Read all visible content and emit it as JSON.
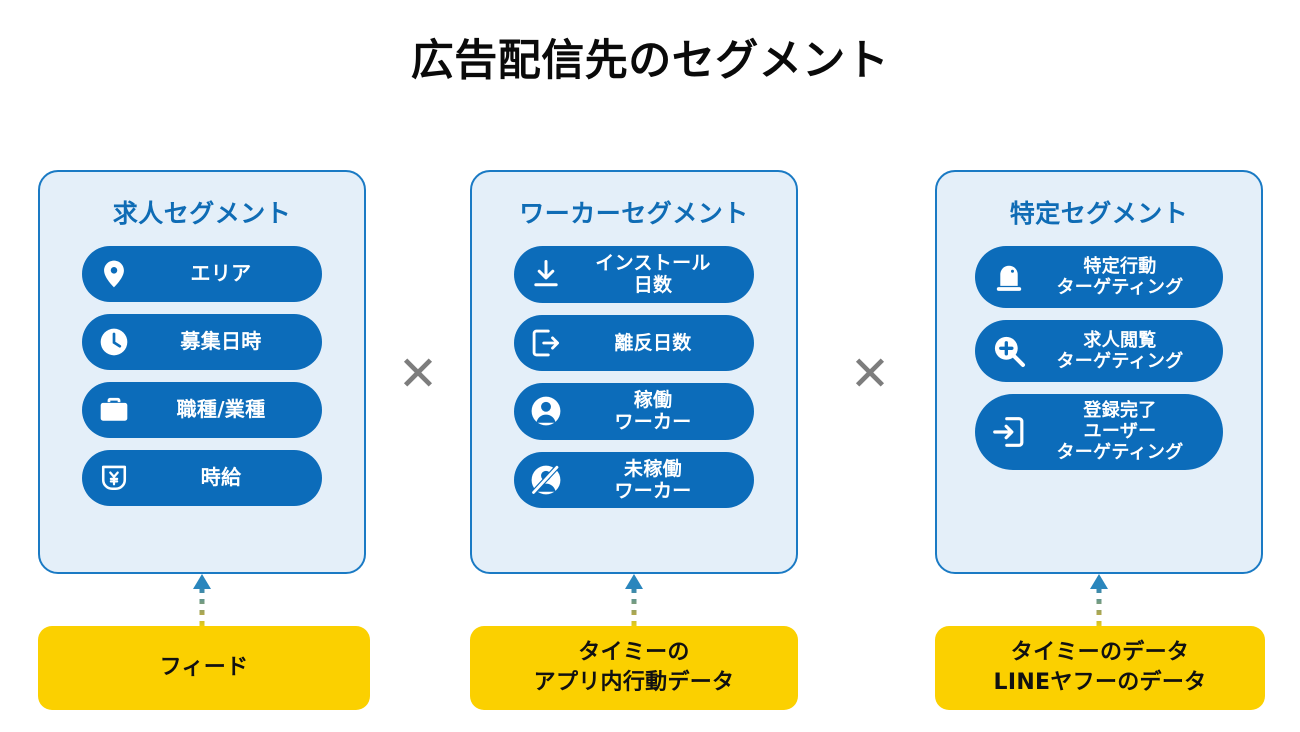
{
  "title": "広告配信先のセグメント",
  "colors": {
    "card_bg": "#e4eff9",
    "card_border": "#1a7ac4",
    "pill_bg": "#0c6cba",
    "title_blue": "#0f6cb5",
    "source_yellow": "#fbd000",
    "multiply_gray": "#7d7d7d",
    "arrow_top": "#2a86bd",
    "arrow_bottom": "#e8cf17"
  },
  "multiply_symbol_1": "✕",
  "multiply_symbol_2": "✕",
  "columns": [
    {
      "card_title": "求人セグメント",
      "pills": [
        {
          "icon": "location-pin-icon",
          "label": "エリア"
        },
        {
          "icon": "clock-icon",
          "label": "募集日時"
        },
        {
          "icon": "briefcase-icon",
          "label": "職種/業種"
        },
        {
          "icon": "yen-wallet-icon",
          "label": "時給"
        }
      ],
      "source": "フィード"
    },
    {
      "card_title": "ワーカーセグメント",
      "pills": [
        {
          "icon": "download-icon",
          "label": "インストール\n日数"
        },
        {
          "icon": "logout-icon",
          "label": "離反日数"
        },
        {
          "icon": "person-icon",
          "label": "稼働\nワーカー"
        },
        {
          "icon": "person-off-icon",
          "label": "未稼働\nワーカー"
        }
      ],
      "source": "タイミーの\nアプリ内行動データ"
    },
    {
      "card_title": "特定セグメント",
      "pills": [
        {
          "icon": "tap-gesture-icon",
          "label": "特定行動\nターゲティング"
        },
        {
          "icon": "magnifier-plus-icon",
          "label": "求人閲覧\nターゲティング"
        },
        {
          "icon": "login-arrow-icon",
          "label": "登録完了\nユーザー\nターゲティング"
        }
      ],
      "source": "タイミーのデータ\nLINEヤフーのデータ"
    }
  ]
}
